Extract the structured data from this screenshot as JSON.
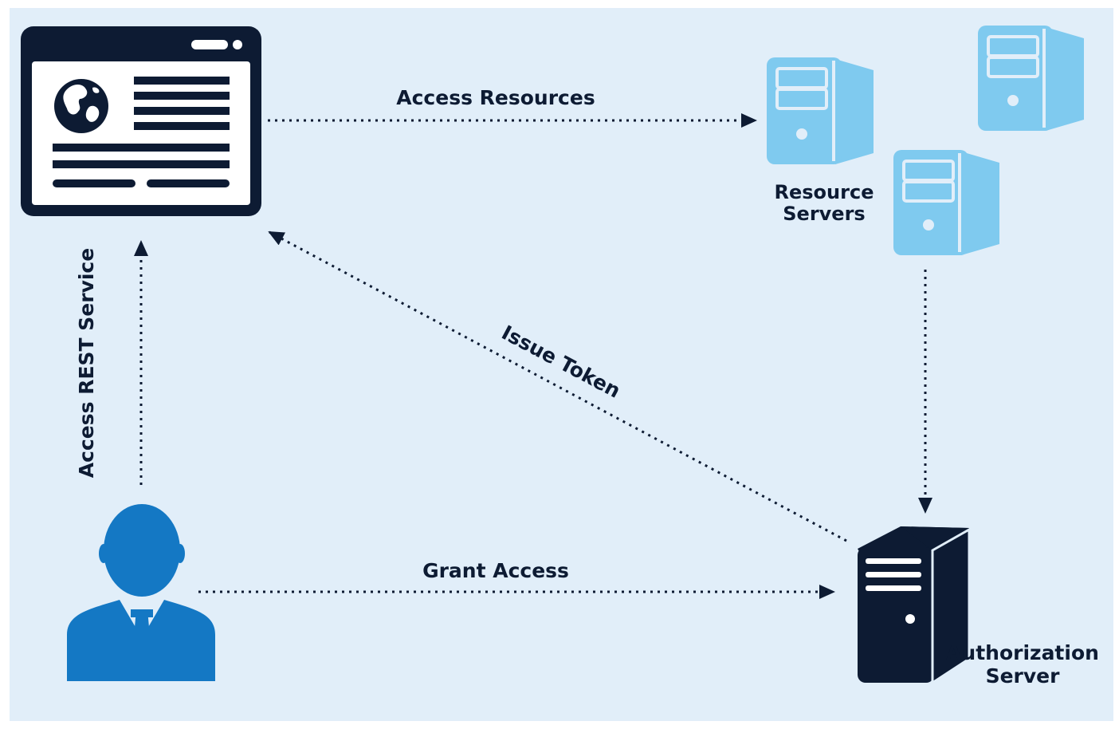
{
  "labels": {
    "access_resources": "Access Resources",
    "resource_servers_line1": "Resource",
    "resource_servers_line2": "Servers",
    "issue_token": "Issue Token",
    "access_rest_service": "Access REST Service",
    "grant_access": "Grant Access",
    "authorization_server_line1": "Authorization",
    "authorization_server_line2": "Server"
  },
  "colors": {
    "background": "#e1eef9",
    "navy": "#0d1b33",
    "resource_server_blue": "#7fcaef",
    "user_blue": "#1478c4"
  },
  "icons": {
    "client": "browser-window-icon",
    "globe": "globe-icon",
    "resource": "server-icon",
    "user": "user-icon",
    "authorization": "server-icon"
  }
}
